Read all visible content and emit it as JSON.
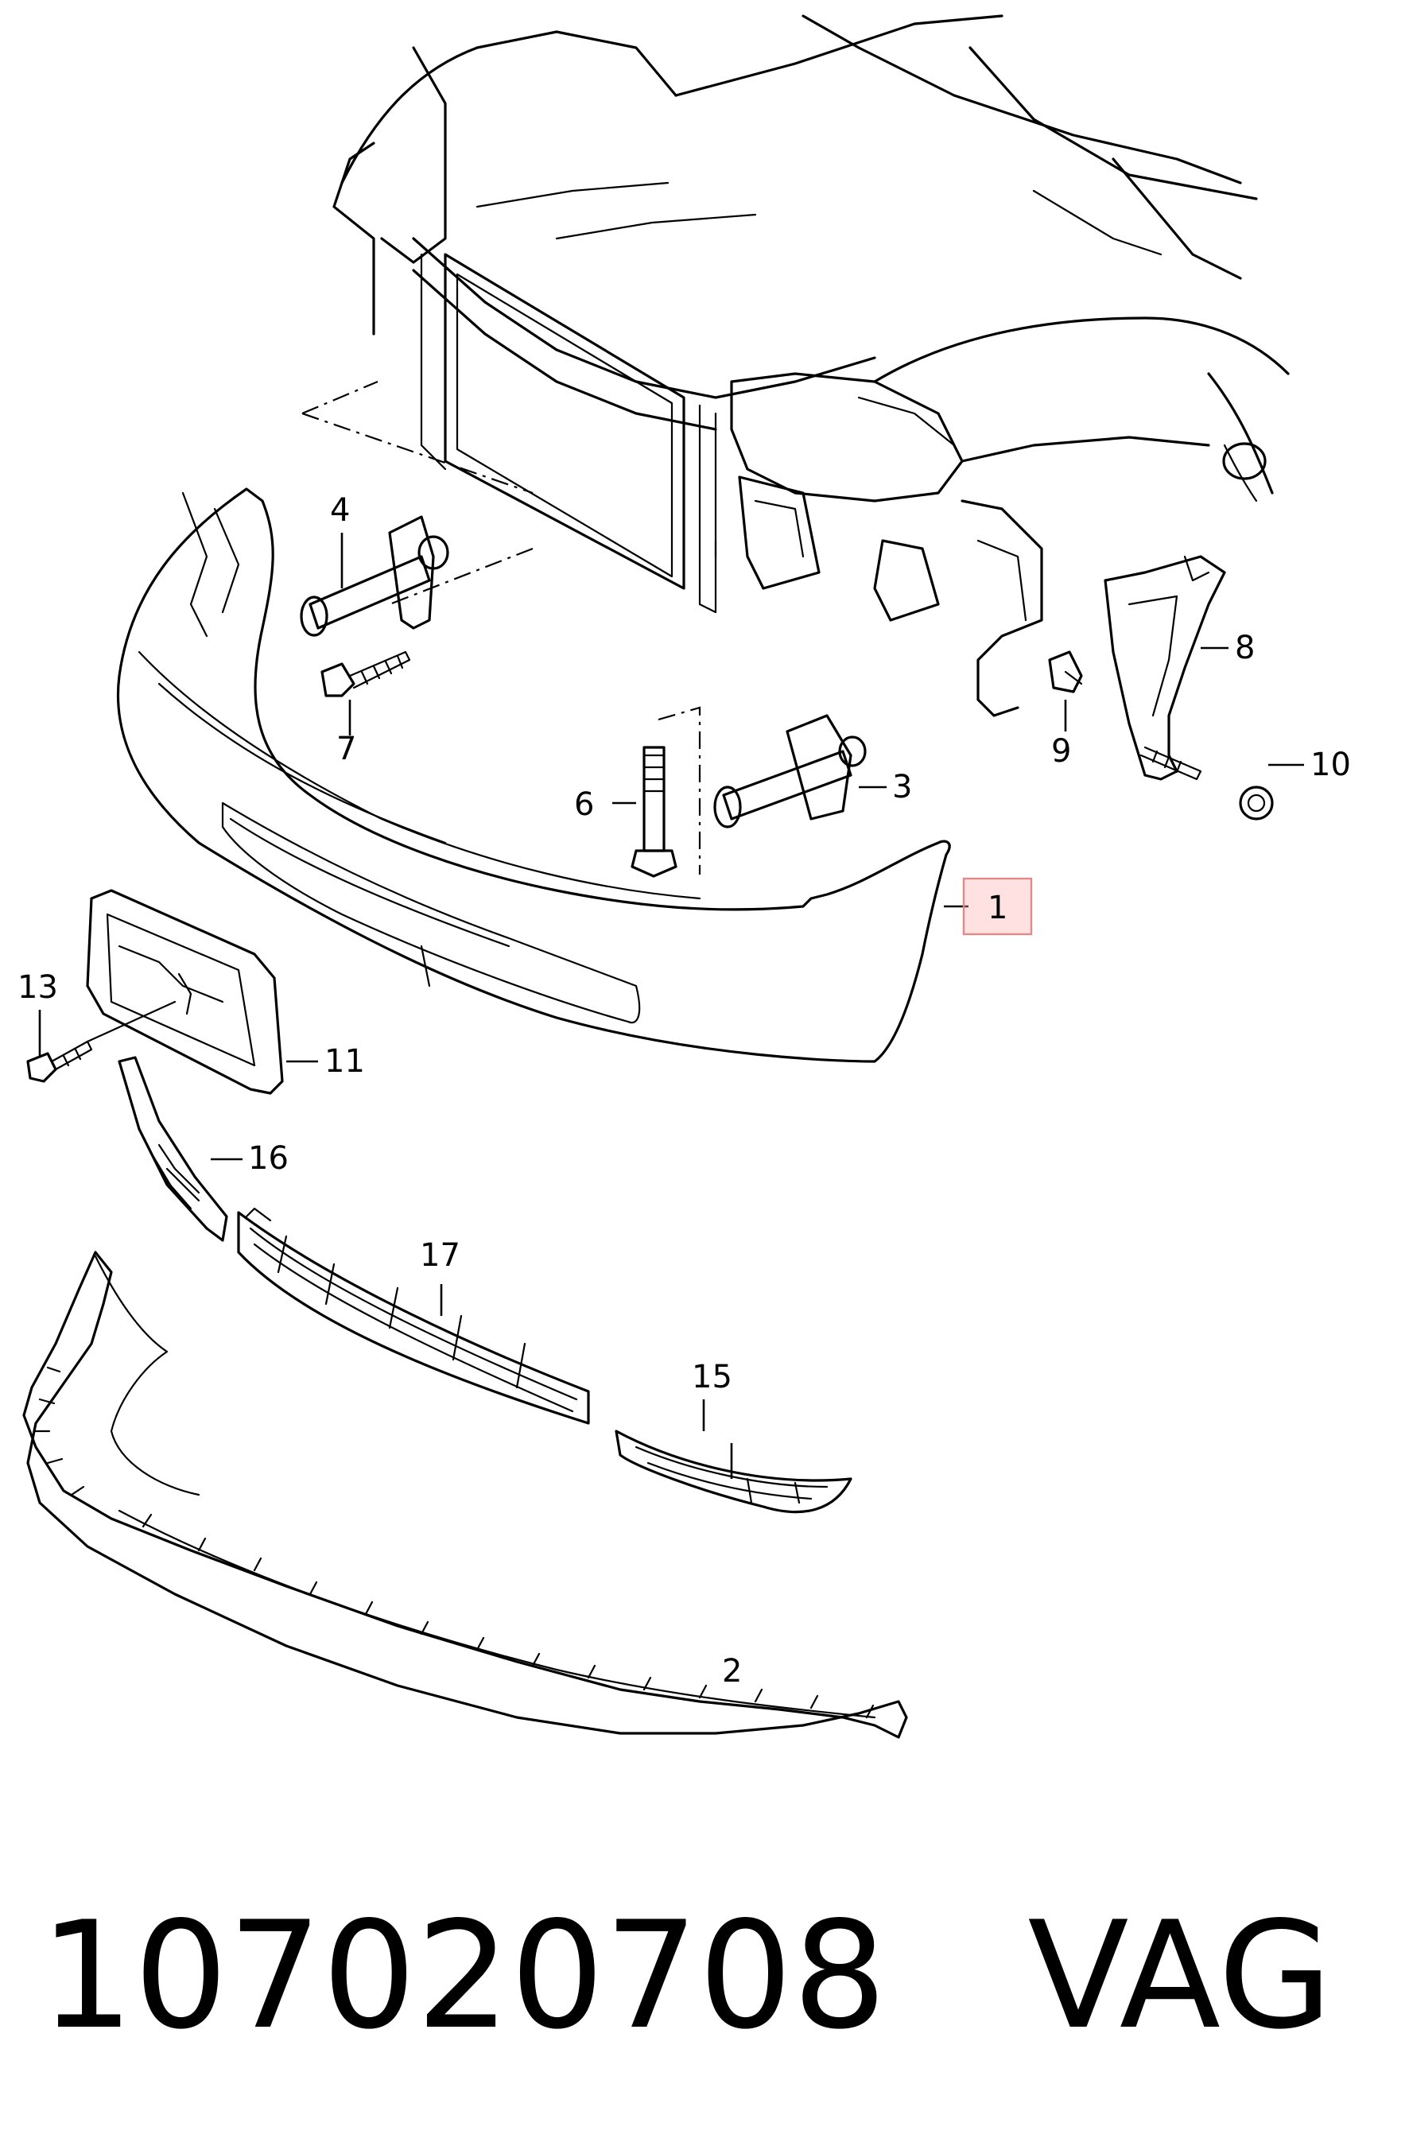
{
  "callouts": {
    "c1": "1",
    "c2": "2",
    "c3": "3",
    "c4": "4",
    "c6": "6",
    "c7": "7",
    "c8": "8",
    "c9": "9",
    "c10": "10",
    "c11": "11",
    "c13": "13",
    "c15": "15",
    "c16": "16",
    "c17": "17"
  },
  "footer": {
    "part_number": "107020708",
    "brand": "VAG"
  },
  "colors": {
    "line": "#000000",
    "background": "#ffffff",
    "highlight": "#ffcccc"
  }
}
